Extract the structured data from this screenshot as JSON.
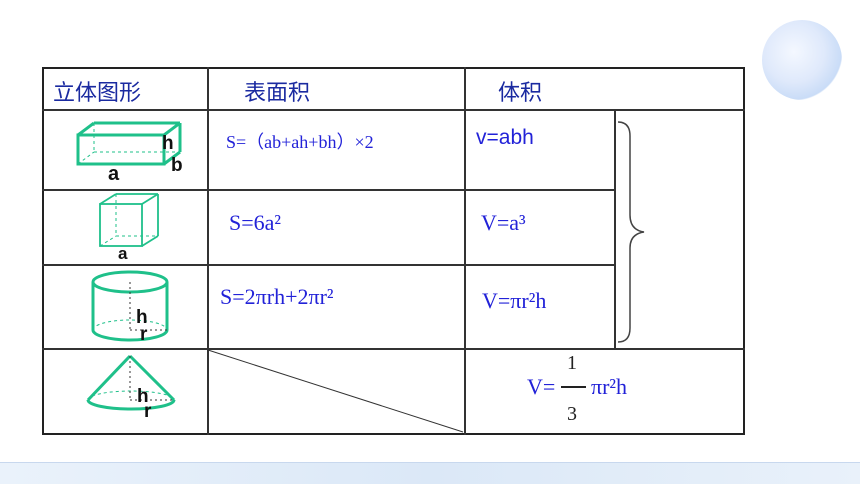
{
  "headers": {
    "col1": "立体图形",
    "col2": "表面积",
    "col3": "体积"
  },
  "rows": [
    {
      "name": "cuboid",
      "labels": {
        "length": "a",
        "height": "h",
        "width": "b"
      },
      "surface": "S=（ab+ah+bh）×2",
      "volume": "v=abh"
    },
    {
      "name": "cube",
      "labels": {
        "edge": "a"
      },
      "surface": "S=6a²",
      "volume": "V=a³"
    },
    {
      "name": "cylinder",
      "labels": {
        "height": "h",
        "radius": "r"
      },
      "surface": "S=2πrh+2πr²",
      "volume": "V=πr²h"
    },
    {
      "name": "cone",
      "labels": {
        "height": "h",
        "radius": "r"
      },
      "surface": "",
      "volume_prefix": "V=",
      "volume_numerator": "1",
      "volume_denominator": "3",
      "volume_suffix": "πr²h"
    }
  ],
  "colors": {
    "shape": "#1fc08a",
    "formula": "#2222d8",
    "header": "#1a2aa0"
  }
}
